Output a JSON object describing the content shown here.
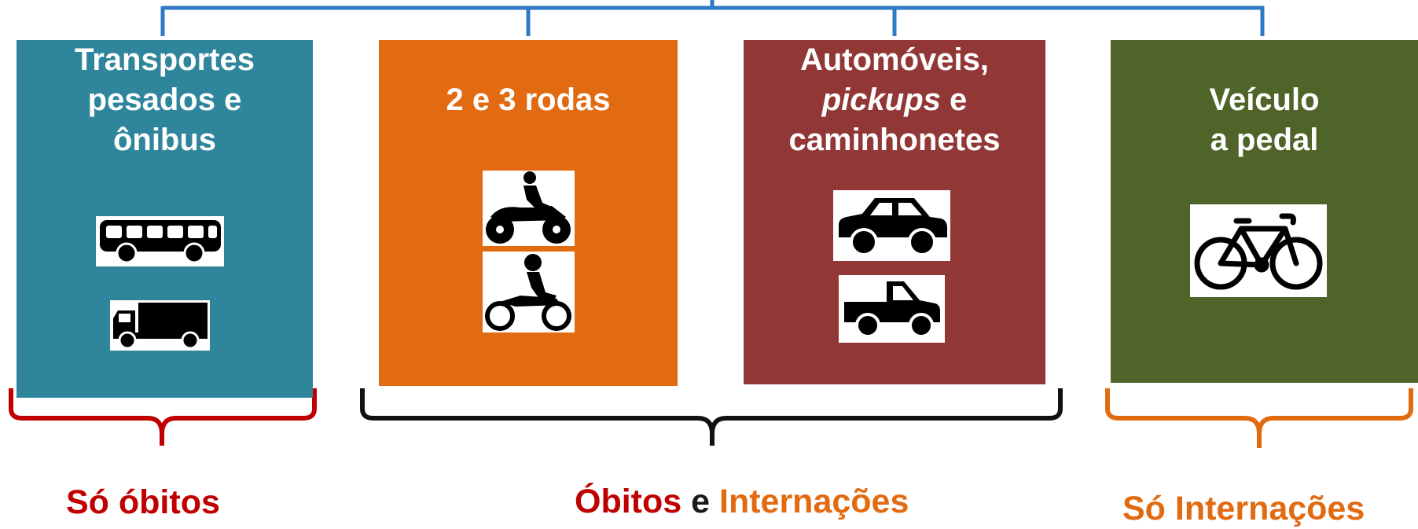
{
  "colors": {
    "connector": "#2f7ac6",
    "teal": "#2f859c",
    "orange": "#e26a11",
    "maroon": "#913837",
    "olive": "#4f6428",
    "red_text": "#c00000",
    "orange_text": "#e26a11",
    "black_text": "#1a1a1a",
    "red_brace": "#c00000",
    "black_brace": "#111111",
    "orange_brace": "#e26a11"
  },
  "boxes": [
    {
      "id": "heavy",
      "title_lines": [
        "Transportes",
        "pesados e",
        "ônibus"
      ],
      "icons": [
        "bus-icon",
        "truck-icon"
      ]
    },
    {
      "id": "two-three-wheels",
      "title_lines": [
        "2 e 3 rodas"
      ],
      "icons": [
        "motorcycle-rider-icon",
        "dirt-bike-rider-icon"
      ]
    },
    {
      "id": "cars",
      "title_lines": [
        "Automóveis,",
        "pickups",
        "e",
        "caminhonetes"
      ],
      "icons": [
        "car-icon",
        "pickup-truck-icon"
      ]
    },
    {
      "id": "bicycle",
      "title_lines": [
        "Veículo",
        "a pedal"
      ],
      "icons": [
        "bicycle-icon"
      ]
    }
  ],
  "captions": {
    "left": "Só óbitos",
    "center_part1": "Óbitos",
    "center_connector": "e",
    "center_part2": "Internações",
    "right": "Só Internações"
  }
}
